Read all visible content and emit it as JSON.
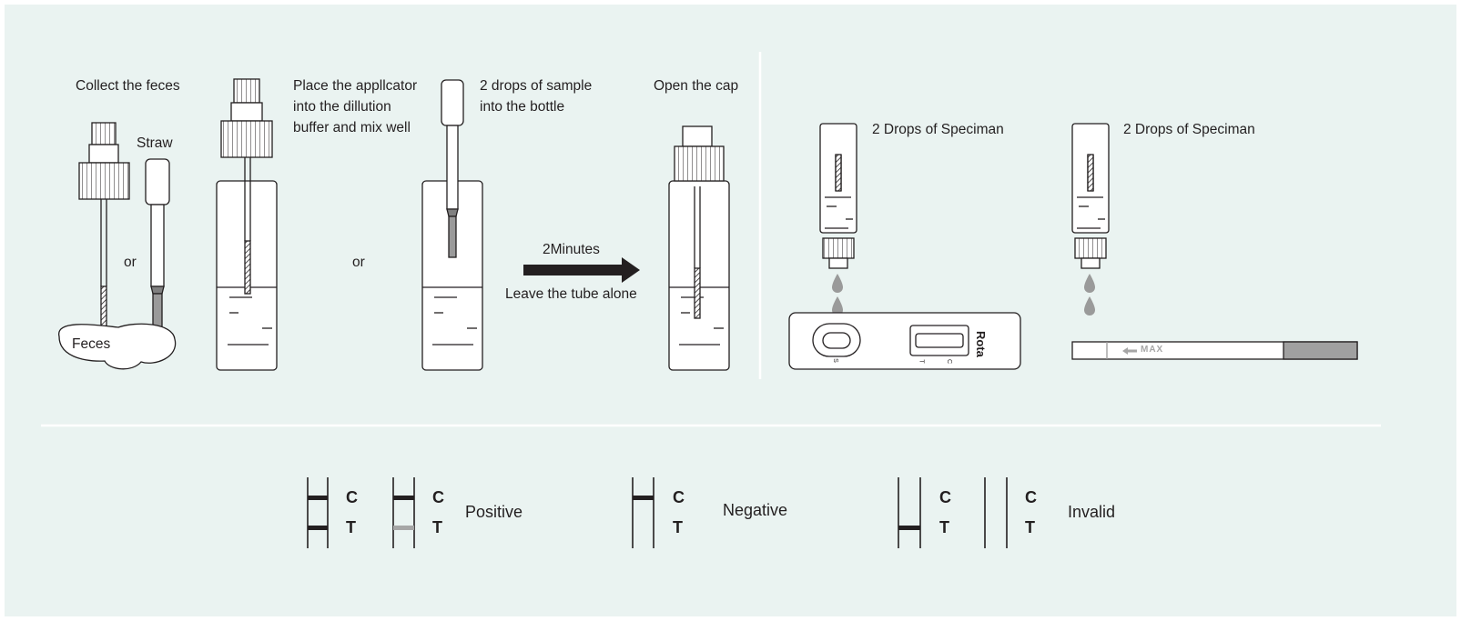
{
  "steps": {
    "collect": "Collect the feces",
    "straw": "Straw",
    "or1": "or",
    "feces": "Feces",
    "place": "Place the appllcator\ninto the dillution\nbuffer and mix well",
    "or2": "or",
    "drops_bottle": "2 drops of sample\ninto the bottle",
    "minutes": "2Minutes",
    "leave": "Leave the tube alone",
    "open_cap": "Open the cap"
  },
  "test": {
    "drops_card": "2 Drops of Speciman",
    "drops_strip": "2 Drops of Speciman",
    "cassette_brand": "Rota",
    "well_s": "S",
    "window_t": "T",
    "window_c": "C",
    "strip_max": "MAX"
  },
  "results": {
    "c": "C",
    "t": "T",
    "positive": "Positive",
    "negative": "Negative",
    "invalid": "Invalid"
  },
  "colors": {
    "background": "#eaf3f1",
    "line": "#231f20",
    "faint_line": "#a6a6a6",
    "strip_pad": "#a0a0a0"
  }
}
